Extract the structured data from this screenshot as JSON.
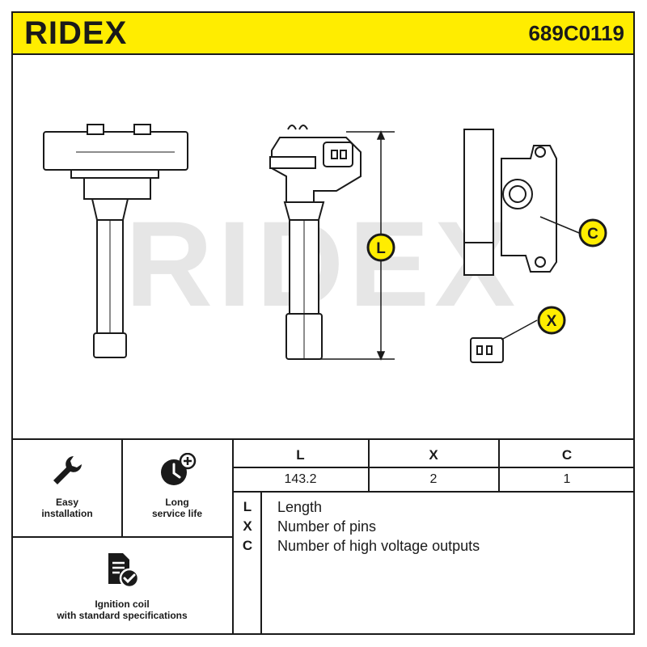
{
  "header": {
    "brand": "RIDEX",
    "part_number": "689C0119",
    "bg_color": "#ffed00"
  },
  "drawing": {
    "watermark": "RIDEX",
    "dim_label_length": "L",
    "callout_c": "C",
    "callout_x": "X"
  },
  "features": [
    {
      "icon": "wrench-icon",
      "label_line1": "Easy",
      "label_line2": "installation"
    },
    {
      "icon": "clock-plus-icon",
      "label_line1": "Long",
      "label_line2": "service life"
    },
    {
      "icon": "document-check-icon",
      "label_line1": "Ignition coil",
      "label_line2": "with standard specifications"
    }
  ],
  "spec_table": {
    "headers": [
      "L",
      "X",
      "C"
    ],
    "values": [
      "143.2",
      "2",
      "1"
    ]
  },
  "legend": [
    {
      "key": "L",
      "text": "Length"
    },
    {
      "key": "X",
      "text": "Number of pins"
    },
    {
      "key": "C",
      "text": "Number of high voltage outputs"
    }
  ]
}
